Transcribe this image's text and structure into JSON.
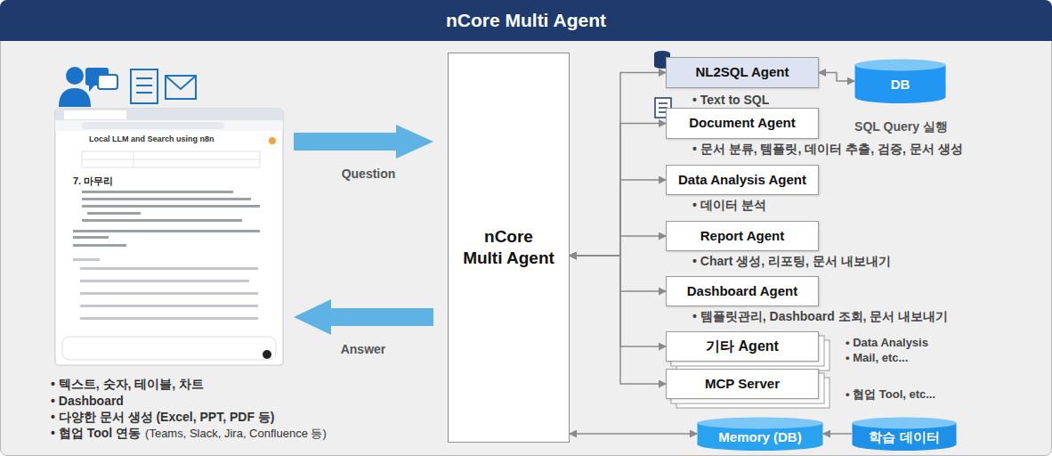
{
  "diagram": {
    "title": "nCore Multi Agent",
    "nodes": [
      {
        "text": [
          "nCore Multi Agent"
        ]
      },
      {
        "text": [
          "NL2SQL Agent"
        ]
      },
      {
        "text": [
          "DB"
        ]
      },
      {
        "text": [
          "Document Agent"
        ]
      },
      {
        "text": [
          "Data Analysis Agent"
        ]
      },
      {
        "text": [
          "Report Agent"
        ]
      },
      {
        "text": [
          "Dashboard Agent"
        ]
      },
      {
        "text": [
          "기타 Agent"
        ]
      },
      {
        "text": [
          "MCP Server"
        ]
      },
      {
        "text": [
          "Memory (DB)"
        ]
      },
      {
        "text": [
          "학습 데이터"
        ]
      }
    ],
    "edges": [
      {
        "from": 0,
        "to": 1,
        "arrow": "both"
      },
      {
        "from": 1,
        "to": 2,
        "arrow": "both"
      },
      {
        "from": 0,
        "to": 3,
        "arrow": "both"
      },
      {
        "from": 0,
        "to": 4,
        "arrow": "both"
      },
      {
        "from": 0,
        "to": 5,
        "arrow": "both"
      },
      {
        "from": 0,
        "to": 6,
        "arrow": "both"
      },
      {
        "from": 0,
        "to": 7,
        "arrow": "both"
      },
      {
        "from": 0,
        "to": 8,
        "arrow": "both"
      },
      {
        "from": 0,
        "to": 9,
        "arrow": "both"
      },
      {
        "from": 10,
        "to": 9,
        "arrow": "to"
      }
    ],
    "labels": [
      "Question",
      "Answer",
      "• Text to SQL",
      "SQL Query 실행",
      "• 문서 분류, 템플릿, 데이터 추출, 검증, 문서 생성",
      "• 데이터 분석",
      "• Chart 생성, 리포팅, 문서 내보내기",
      "• 템플릿관리, Dashboard 조회, 문서 내보내기",
      "• Data Analysis",
      "• Mail, etc...",
      "• 협업 Tool, etc...",
      "• 텍스트, 숫자, 테이블, 차트",
      "• Dashboard",
      "• 다양한 문서 생성 (Excel, PPT, PDF 등)",
      "• 협업 Tool 연동",
      "(Teams, Slack, Jira, Confluence 등)",
      "Local LLM and Search using n8n",
      "7. 마무리"
    ]
  }
}
